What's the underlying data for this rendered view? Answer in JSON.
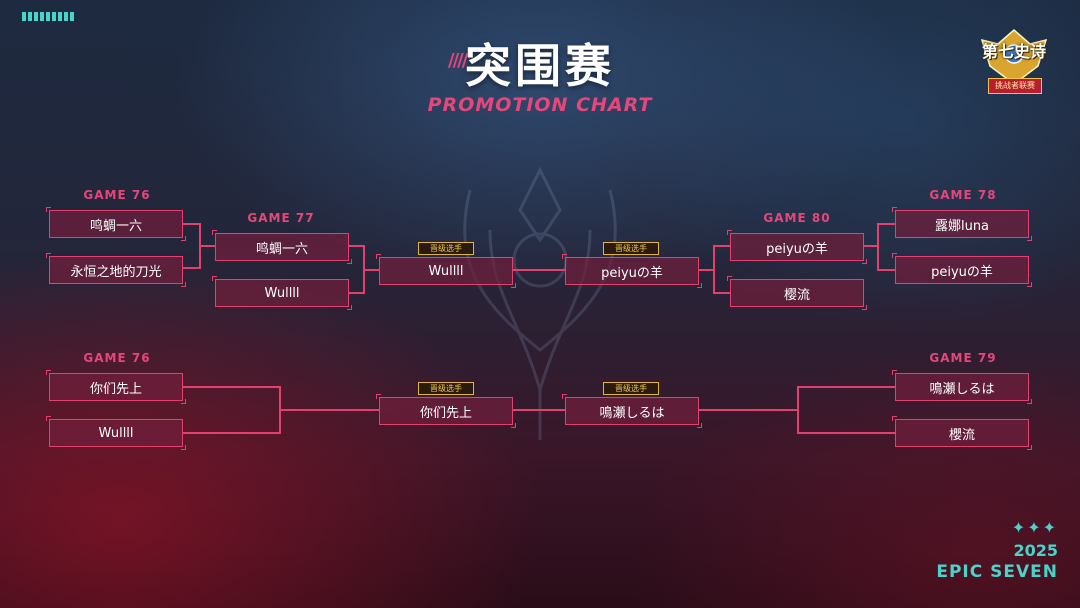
{
  "header": {
    "title": "突围赛",
    "subtitle": "PROMOTION CHART"
  },
  "logo": {
    "title": "第七史诗",
    "subtitle": "挑战者联赛"
  },
  "badge_text": "晋级选手",
  "bracket": {
    "game76_top": {
      "label": "GAME 76",
      "players": [
        "鸣蜩一六",
        "永恒之地的刀光"
      ]
    },
    "game77": {
      "label": "GAME 77",
      "players": [
        "鸣蜩一六",
        "Wullll"
      ]
    },
    "winner_left_top": "Wullll",
    "game80": {
      "label": "GAME 80",
      "players": [
        "peiyuの羊",
        "樱流"
      ]
    },
    "winner_right_top": "peiyuの羊",
    "game78": {
      "label": "GAME 78",
      "players": [
        "露娜luna",
        "peiyuの羊"
      ]
    },
    "game76_bottom": {
      "label": "GAME 76",
      "players": [
        "你们先上",
        "Wullll"
      ]
    },
    "winner_left_bottom": "你们先上",
    "winner_right_bottom": "鳴瀬しるは",
    "game79": {
      "label": "GAME 79",
      "players": [
        "鳴瀬しるは",
        "櫻流"
      ]
    }
  },
  "footer": {
    "stars": "✦✦✦",
    "year": "2025",
    "game": "EPIC SEVEN"
  },
  "colors": {
    "accent_pink": "#e8467a",
    "accent_teal": "#4ad3c8",
    "badge_gold": "#e3b43c"
  }
}
